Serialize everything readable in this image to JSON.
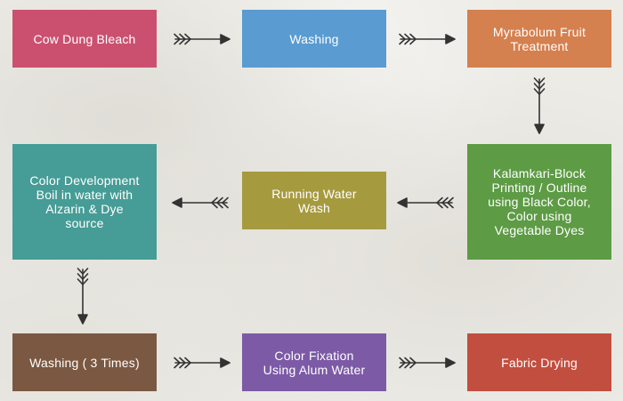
{
  "steps": [
    {
      "id": "cow-dung-bleach",
      "label": "Cow Dung Bleach",
      "color": "#cb506f"
    },
    {
      "id": "washing",
      "label": "Washing",
      "color": "#5a9bd1"
    },
    {
      "id": "myrabolum",
      "label": "Myrabolum Fruit\nTreatment",
      "color": "#d5804f"
    },
    {
      "id": "kalamkari",
      "label": "Kalamkari-Block\nPrinting / Outline\nusing Black Color,\nColor using\nVegetable Dyes",
      "color": "#5d9b45"
    },
    {
      "id": "running-water-wash",
      "label": "Running Water\nWash",
      "color": "#a69a3f"
    },
    {
      "id": "color-development",
      "label": "Color Development\nBoil in water with\nAlzarin & Dye\nsource",
      "color": "#469c96"
    },
    {
      "id": "washing-3-times",
      "label": "Washing ( 3 Times)",
      "color": "#7b5841"
    },
    {
      "id": "color-fixation",
      "label": "Color Fixation\nUsing Alum Water",
      "color": "#7c5aa6"
    },
    {
      "id": "fabric-drying",
      "label": "Fabric Drying",
      "color": "#c24e3f"
    }
  ],
  "arrow_color": "#333333"
}
